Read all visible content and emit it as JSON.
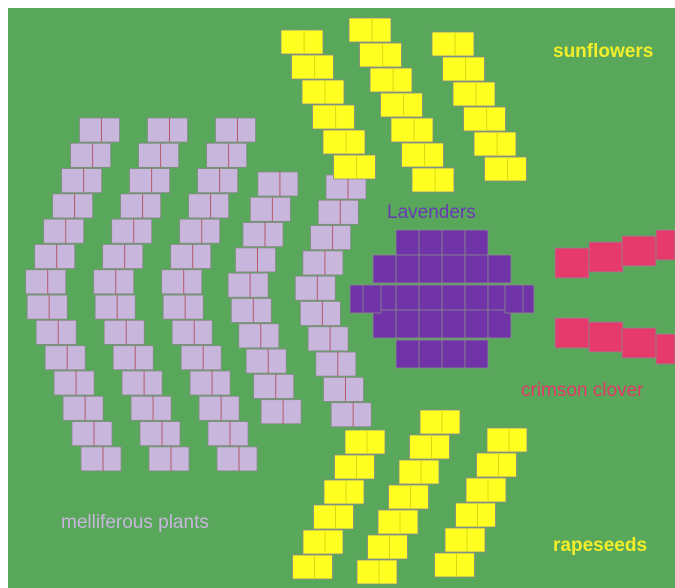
{
  "labels": {
    "sunflowers": "sunflowers",
    "lavenders": "Lavenders",
    "crimson_clover": "crimson clover",
    "melliferous_plants": "melliferous plants",
    "rapeseeds": "rapeseeds"
  },
  "colors": {
    "field": "#58a75a",
    "field_border": "#ffffff",
    "sunflowers": "#ffff22",
    "rapeseeds": "#ffff22",
    "lavenders": "#7033a8",
    "crimson_clover": "#e53b6c",
    "melliferous_plants": "#c8b6dc",
    "block_outline": "#8a8a8a"
  },
  "plots": {
    "melliferous_plants": {
      "rows": 5,
      "shape": "chevron"
    },
    "sunflowers": {
      "rows": 3,
      "shape": "diagonal"
    },
    "rapeseeds": {
      "rows": 3,
      "shape": "diagonal"
    },
    "lavenders": {
      "rows": 1,
      "shape": "octagon"
    },
    "crimson_clover": {
      "rows": 2,
      "shape": "horizontal"
    }
  }
}
